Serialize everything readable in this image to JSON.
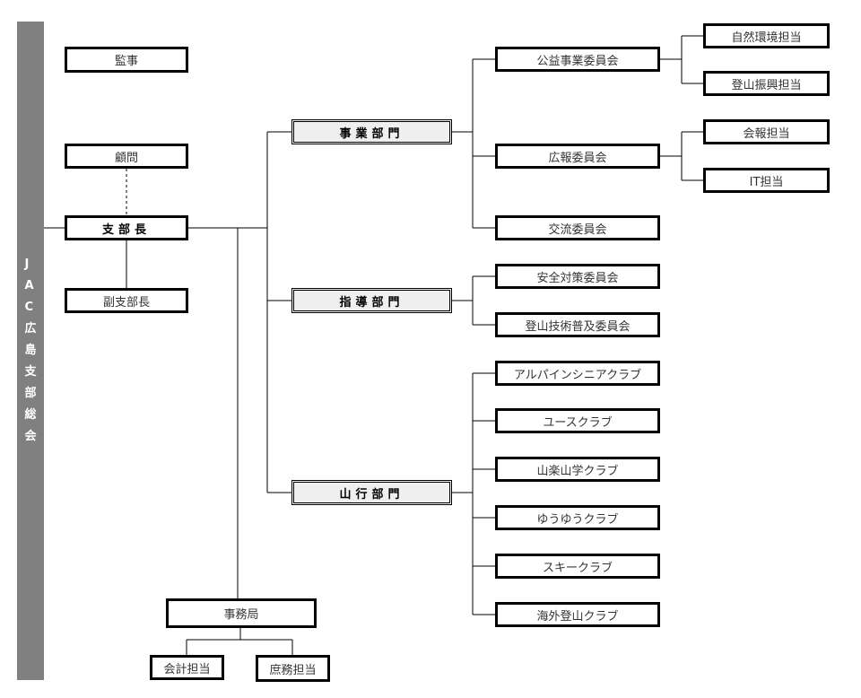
{
  "side_title": "JAC広島支部総会",
  "auditor": "監事",
  "advisor": "顧問",
  "branch_head": "支部長",
  "deputy_head": "副支部長",
  "departments": {
    "business": "事業部門",
    "guidance": "指導部門",
    "climbing": "山行部門"
  },
  "committees": {
    "public_interest": "公益事業委員会",
    "public_relations": "広報委員会",
    "exchange": "交流委員会",
    "safety": "安全対策委員会",
    "technique": "登山技術普及委員会"
  },
  "officers": {
    "nature": "自然環境担当",
    "promotion": "登山振興担当",
    "bulletin": "会報担当",
    "it": "IT担当"
  },
  "clubs": {
    "alpine": "アルパインシニアクラブ",
    "youth": "ユースクラブ",
    "sanraku": "山楽山学クラブ",
    "yuyu": "ゆうゆうクラブ",
    "ski": "スキークラブ",
    "overseas": "海外登山クラブ"
  },
  "secretariat": "事務局",
  "accounting": "会計担当",
  "general_affairs": "庶務担当"
}
